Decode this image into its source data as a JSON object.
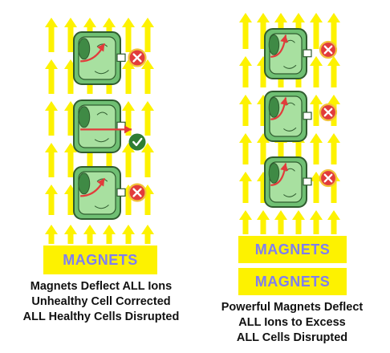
{
  "colors": {
    "arrow": "#fdf200",
    "magnet_fill": "#fdf200",
    "magnet_text": "#7e7ef2",
    "cell_outer": "#6fbf73",
    "cell_inner": "#a8e0a0",
    "cell_outline": "#2f5c2f",
    "nucleus": "#3f8a45",
    "ion_arrow": "#e23b3b",
    "status_bad": "#e23b3b",
    "status_good": "#2e7d32",
    "status_ring": "#f3c23c"
  },
  "left_panel": {
    "magnet_label": "MAGNETS",
    "caption": [
      "Magnets Deflect ALL Ions",
      "Unhealthy Cell Corrected",
      "ALL Healthy Cells Disrupted"
    ],
    "cells": [
      {
        "ion_path": "curved",
        "status": "bad",
        "status_icon": "x-icon"
      },
      {
        "ion_path": "straight",
        "status": "good",
        "status_icon": "check-icon"
      },
      {
        "ion_path": "curved",
        "status": "bad",
        "status_icon": "x-icon"
      }
    ]
  },
  "right_panel": {
    "magnet_labels": [
      "MAGNETS",
      "MAGNETS"
    ],
    "caption": [
      "Powerful Magnets Deflect",
      "ALL Ions to Excess",
      "ALL Cells Disrupted"
    ],
    "cells": [
      {
        "ion_path": "strong-curve",
        "status": "bad",
        "status_icon": "x-icon"
      },
      {
        "ion_path": "strong-curve",
        "status": "bad",
        "status_icon": "x-icon"
      },
      {
        "ion_path": "strong-curve",
        "status": "bad",
        "status_icon": "x-icon"
      }
    ]
  }
}
